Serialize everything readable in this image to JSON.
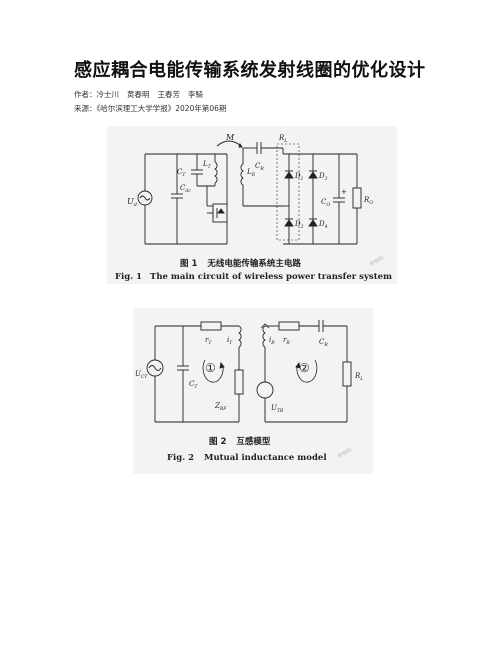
{
  "title": "感应耦合电能传输系统发射线圈的优化设计",
  "authors_label": "作者：",
  "authors": [
    "冷士川",
    "黄春明",
    "王春芳",
    "李騎"
  ],
  "source_label": "来源：",
  "source": "《哈尔滨理工大学学报》2020年第06期",
  "fig1": {
    "caption_cn_num": "图 1",
    "caption_cn": "无线电能传输系统主电路",
    "caption_en_num": "Fig. 1",
    "caption_en": "The main circuit of wireless power transfer system",
    "labels": {
      "M": "M",
      "CT": "C",
      "CT_sub": "T",
      "LT": "L",
      "LT_sub": "T",
      "Cdc": "C",
      "Cdc_sub": "dc",
      "Ud": "U",
      "Ud_sub": "d",
      "LR": "L",
      "LR_sub": "R",
      "CR": "C",
      "CR_sub": "R",
      "RL": "R",
      "RL_sub": "L",
      "D1": "D",
      "D1_sub": "1",
      "D2": "D",
      "D2_sub": "2",
      "D3": "D",
      "D3_sub": "3",
      "D4": "D",
      "D4_sub": "4",
      "Co": "C",
      "Co_sub": "O",
      "RO": "R",
      "RO_sub": "O",
      "plus": "+"
    },
    "watermark": "新物料"
  },
  "fig2": {
    "caption_cn_num": "图 2",
    "caption_cn": "互感模型",
    "caption_en_num": "Fig. 2",
    "caption_en": "Mutual inductance model",
    "labels": {
      "rT": "r",
      "rT_sub": "T",
      "iT": "i",
      "iT_sub": "T",
      "iR": "i",
      "iR_sub": "R",
      "rR": "r",
      "rR_sub": "R",
      "CR": "C",
      "CR_sub": "R",
      "UCT": "U",
      "UCT_sub": "CT",
      "CT": "C",
      "CT_sub": "T",
      "loop1": "①",
      "loop2": "②",
      "ZRF": "Z",
      "ZRF_sub": "RF",
      "UTB": "U",
      "UTB_sub": "TB",
      "RL": "R",
      "RL_sub": "L"
    },
    "watermark": "新物料"
  }
}
